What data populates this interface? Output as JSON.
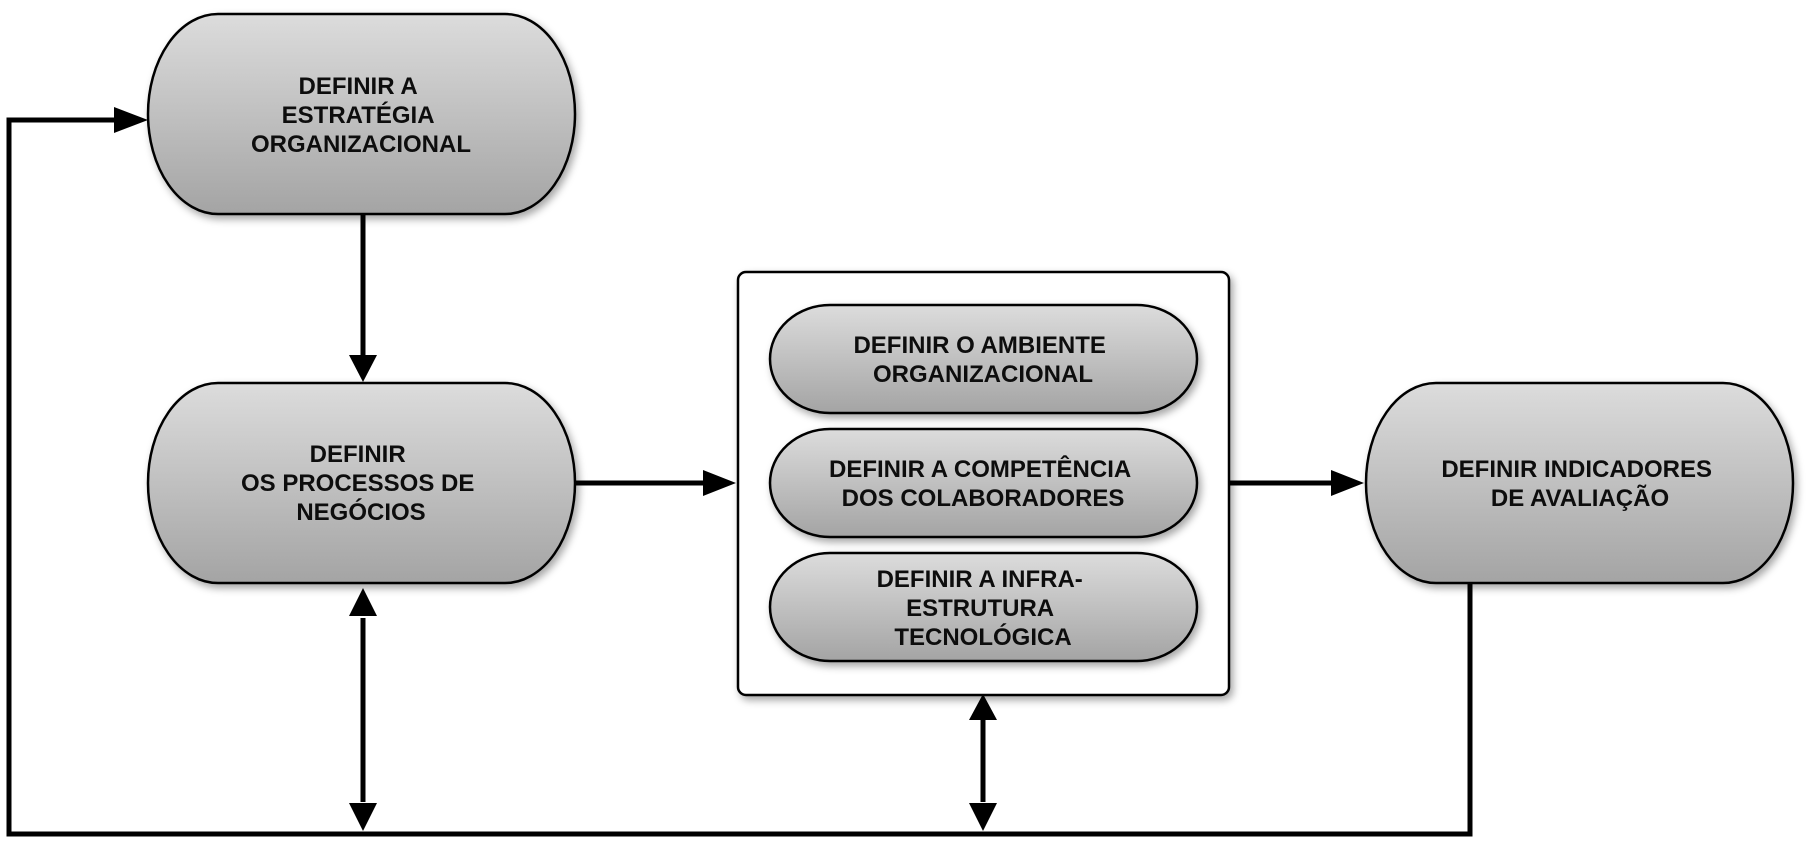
{
  "nodes": {
    "strategy": {
      "lines": [
        "DEFINIR A",
        "ESTRATÉGIA",
        "ORGANIZACIONAL"
      ]
    },
    "processes": {
      "lines": [
        "DEFINIR",
        "OS PROCESSOS DE",
        "NEGÓCIOS"
      ]
    },
    "environment": {
      "lines": [
        "DEFINIR O AMBIENTE",
        "ORGANIZACIONAL"
      ]
    },
    "competence": {
      "lines": [
        "DEFINIR A COMPETÊNCIA",
        "DOS COLABORADORES"
      ]
    },
    "infrastructure": {
      "lines": [
        "DEFINIR A INFRA-",
        "ESTRUTURA",
        "TECNOLÓGICA"
      ]
    },
    "indicators": {
      "lines": [
        "DEFINIR INDICADORES",
        "DE AVALIAÇÃO"
      ]
    }
  },
  "colors": {
    "node_fill_top": "#dcdcdc",
    "node_fill_bottom": "#a4a4a4",
    "stroke": "#000000",
    "group_box_fill": "#ffffff"
  }
}
